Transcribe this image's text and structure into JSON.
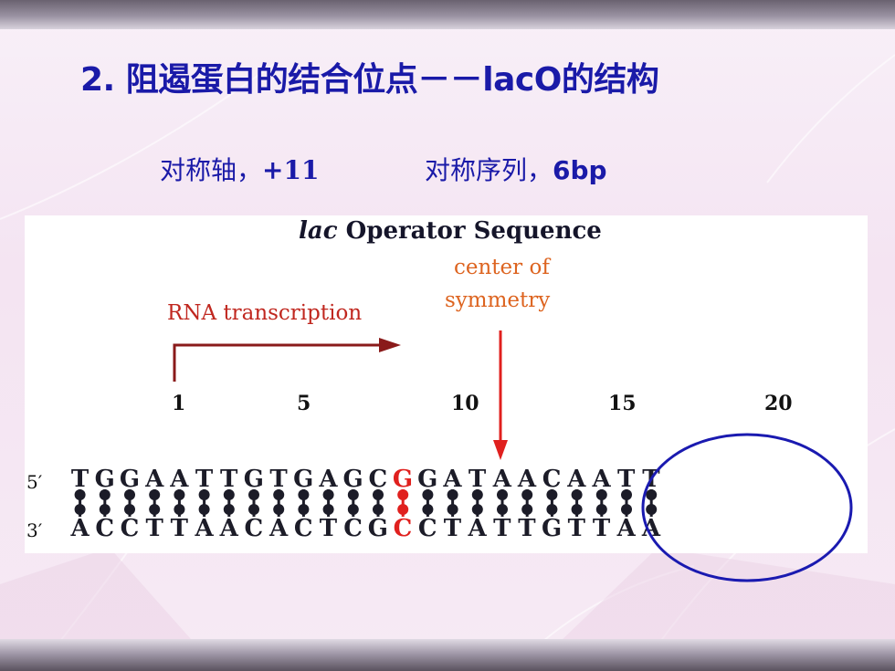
{
  "slide": {
    "title": "2. 阻遏蛋白的结合位点－－lacO的结构",
    "axis_label": "对称轴，",
    "axis_value": "+11",
    "seq_label": "对称序列，",
    "seq_value": "6bp"
  },
  "figure": {
    "title_italic": "lac",
    "title_rest": " Operator Sequence",
    "transcription_label": "RNA transcription",
    "center_label_line1": "center of",
    "center_label_line2": "symmetry",
    "positions": [
      "1",
      "5",
      "10",
      "15",
      "20"
    ],
    "strand_top_label": "5′",
    "strand_bottom_label": "3′",
    "top_strand": [
      "T",
      "G",
      "G",
      "A",
      "A",
      "T",
      "T",
      "G",
      "T",
      "G",
      "A",
      "G",
      "C",
      "G",
      "G",
      "A",
      "T",
      "A",
      "A",
      "C",
      "A",
      "A",
      "T",
      "T"
    ],
    "bottom_strand": [
      "A",
      "C",
      "C",
      "T",
      "T",
      "A",
      "A",
      "C",
      "A",
      "C",
      "T",
      "C",
      "G",
      "C",
      "C",
      "T",
      "A",
      "T",
      "T",
      "G",
      "T",
      "T",
      "A",
      "A"
    ],
    "highlight_index": 13
  },
  "colors": {
    "title": "#1a1aa8",
    "highlight": "#e0201e",
    "arrow": "#8a1a1a",
    "ellipse": "#1a1ab0"
  }
}
